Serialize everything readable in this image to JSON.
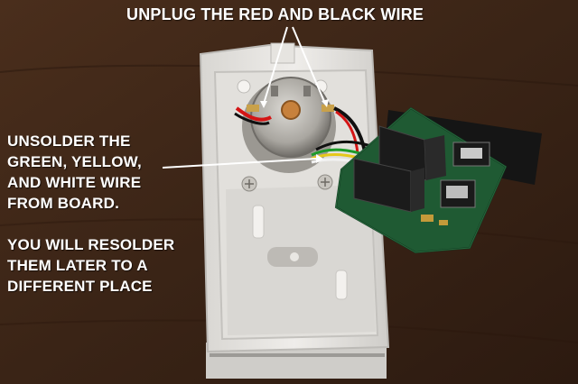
{
  "annotations": {
    "top_caption": "UNPLUG THE RED AND BLACK WIRE",
    "left_caption_lines": [
      "UNSOLDER THE",
      "GREEN, YELLOW,",
      "AND WHITE WIRE",
      "FROM BOARD.",
      "",
      "YOU WILL RESOLDER",
      "THEM LATER TO A",
      "DIFFERENT PLACE"
    ]
  },
  "colors": {
    "table": "#3a2416",
    "housing": "#e8e6e2",
    "motor": "#b9b6b0",
    "pcb": "#1f5a33",
    "relay": "#1b1b1b",
    "wire_red": "#d41515",
    "wire_black": "#101010",
    "wire_green": "#1e9a2a",
    "wire_yellow": "#e6c81a",
    "wire_white": "#f2f2f2",
    "text": "#ffffff"
  }
}
